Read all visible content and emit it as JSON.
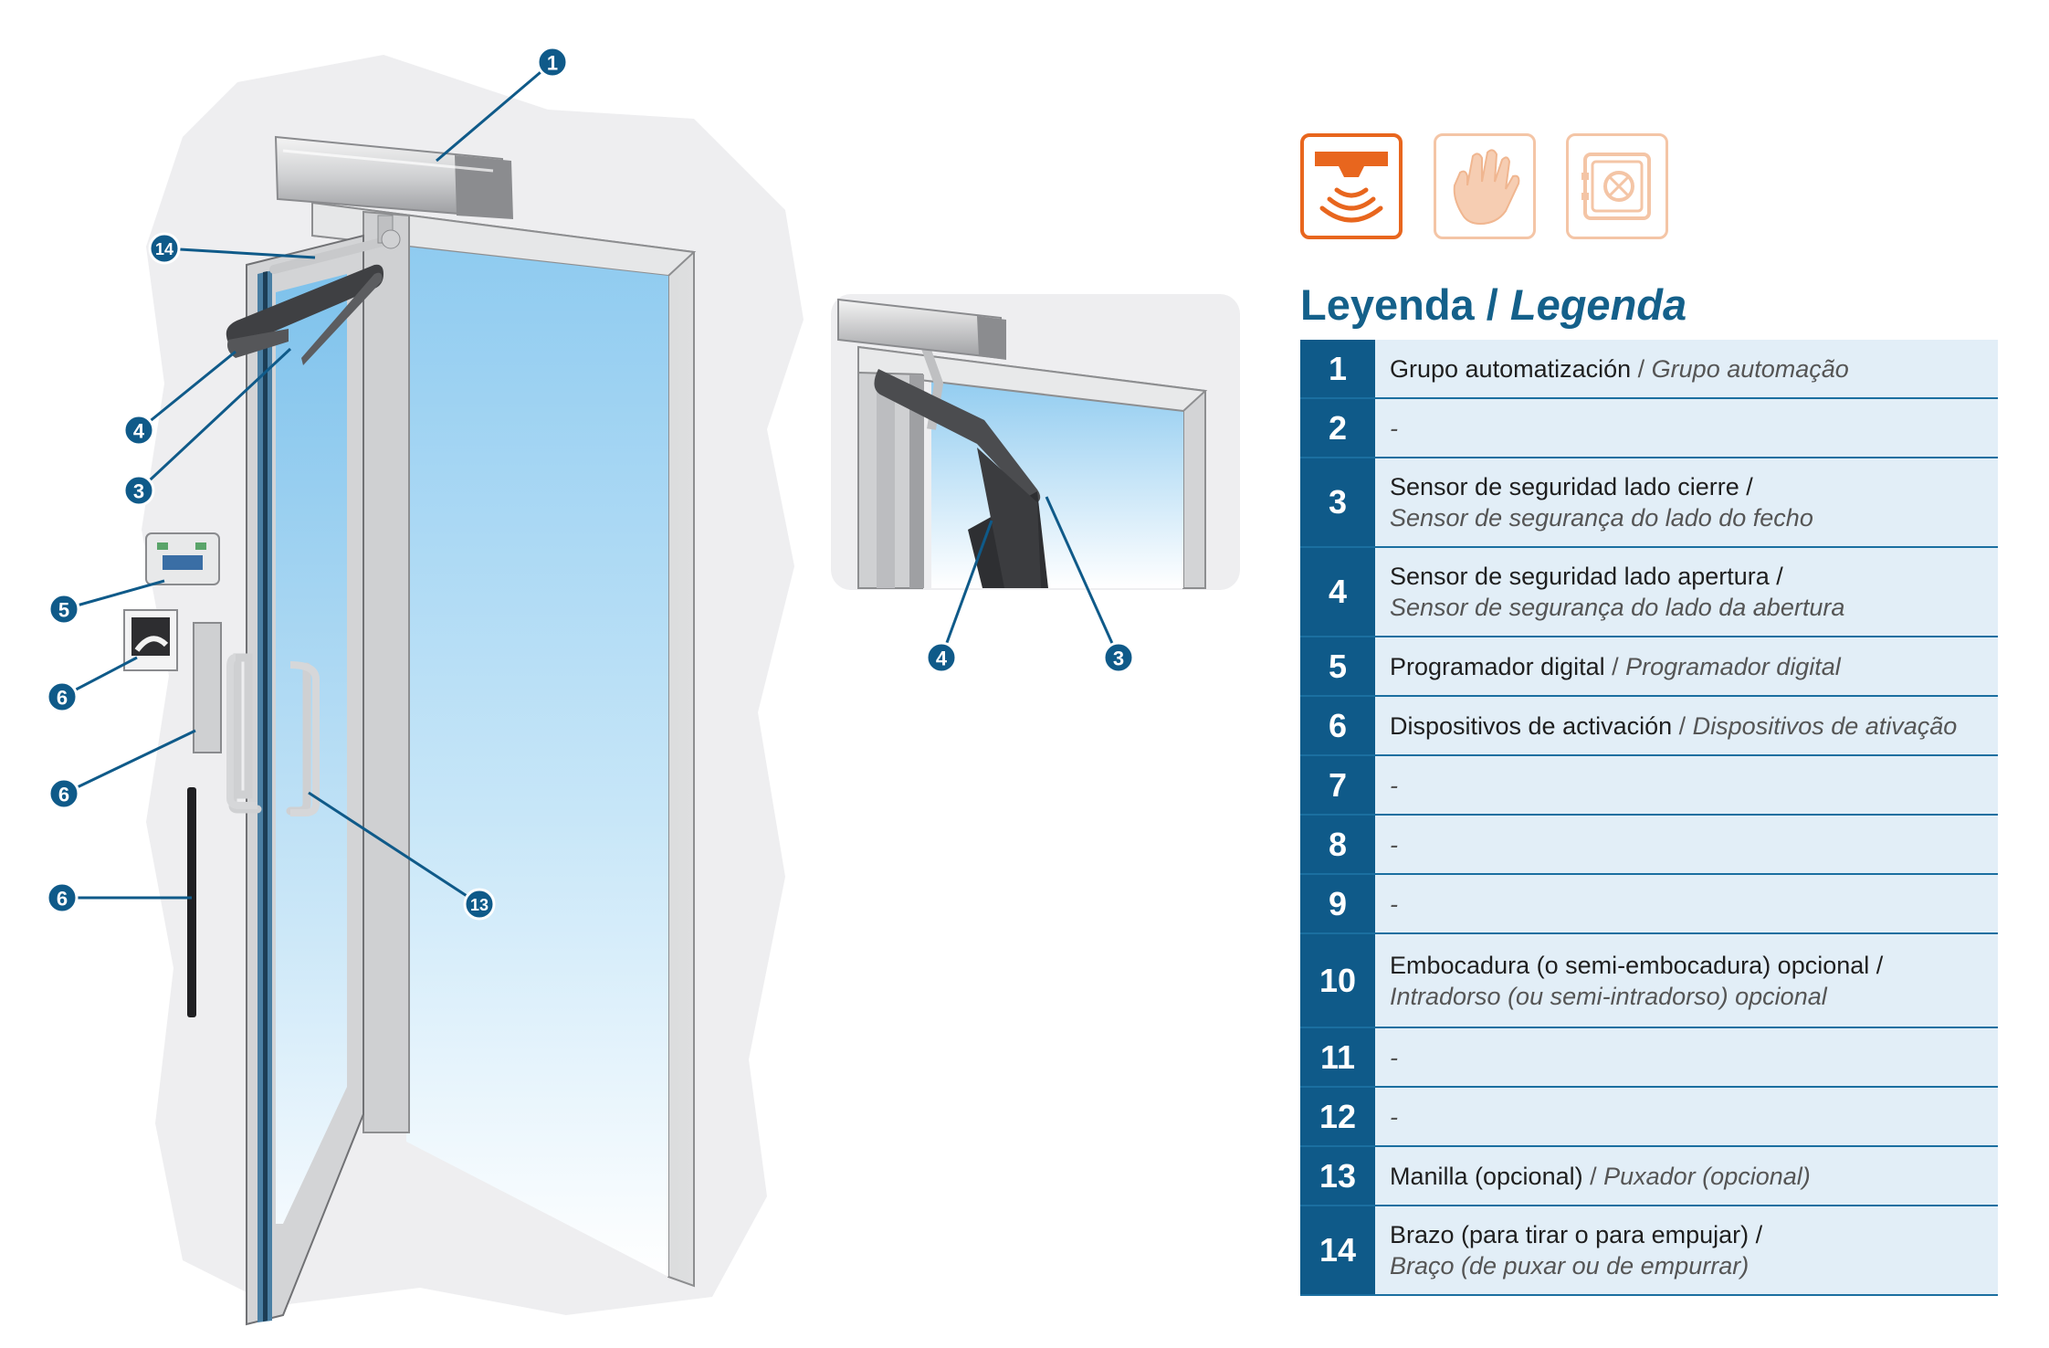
{
  "callouts_main": [
    {
      "label": "1"
    },
    {
      "label": "14"
    },
    {
      "label": "4"
    },
    {
      "label": "3"
    },
    {
      "label": "5"
    },
    {
      "label": "6"
    },
    {
      "label": "6"
    },
    {
      "label": "6"
    },
    {
      "label": "13"
    }
  ],
  "callouts_detail": [
    {
      "label": "4"
    },
    {
      "label": "3"
    }
  ],
  "mode_icons": [
    {
      "name": "sensor-activation-icon",
      "active": true,
      "color": "#e8661e"
    },
    {
      "name": "push-hand-icon",
      "active": false,
      "color": "#f4c5a6"
    },
    {
      "name": "lock-safe-icon",
      "active": false,
      "color": "#f4c5a6"
    }
  ],
  "legend": {
    "title_es": "Leyenda",
    "title_sep": " / ",
    "title_pt": "Legenda",
    "rows": [
      {
        "num": "1",
        "es": "Grupo automatización",
        "sep": " / ",
        "pt": "Grupo automação",
        "split": false,
        "dash": false
      },
      {
        "num": "2",
        "es": "",
        "sep": "",
        "pt": "-",
        "split": false,
        "dash": true
      },
      {
        "num": "3",
        "es": "Sensor de seguridad lado cierre /",
        "sep": "",
        "pt": "Sensor de segurança do lado do fecho",
        "split": true,
        "dash": false
      },
      {
        "num": "4",
        "es": "Sensor de seguridad lado apertura /",
        "sep": "",
        "pt": "Sensor de segurança do lado da abertura",
        "split": true,
        "dash": false
      },
      {
        "num": "5",
        "es": "Programador digital",
        "sep": " / ",
        "pt": "Programador digital",
        "split": false,
        "dash": false
      },
      {
        "num": "6",
        "es": "Dispositivos de activación",
        "sep": " / ",
        "pt": "Dispositivos de ativação",
        "split": false,
        "dash": false
      },
      {
        "num": "7",
        "es": "",
        "sep": "",
        "pt": "-",
        "split": false,
        "dash": true
      },
      {
        "num": "8",
        "es": "",
        "sep": "",
        "pt": "-",
        "split": false,
        "dash": true
      },
      {
        "num": "9",
        "es": "",
        "sep": "",
        "pt": "-",
        "split": false,
        "dash": true
      },
      {
        "num": "10",
        "es": "Embocadura (o semi-embocadura) opcional /",
        "sep": "",
        "pt": "Intradorso (ou semi-intradorso) opcional",
        "split": true,
        "dash": false
      },
      {
        "num": "11",
        "es": "",
        "sep": "",
        "pt": "-",
        "split": false,
        "dash": true
      },
      {
        "num": "12",
        "es": "",
        "sep": "",
        "pt": "-",
        "split": false,
        "dash": true
      },
      {
        "num": "13",
        "es": "Manilla (opcional)",
        "sep": " / ",
        "pt": "Puxador (opcional)",
        "split": false,
        "dash": false
      },
      {
        "num": "14",
        "es": "Brazo (para tirar o para empujar) /",
        "sep": "",
        "pt": "Braço (de puxar ou de empurrar)",
        "split": true,
        "dash": false
      }
    ]
  },
  "colors": {
    "callout": "#0f5a89",
    "legend_number_bg": "#0f5a89",
    "legend_row_bg": "#e2eef7",
    "title": "#14608a",
    "accent": "#e8661e",
    "glass": "#8ecdf0"
  }
}
